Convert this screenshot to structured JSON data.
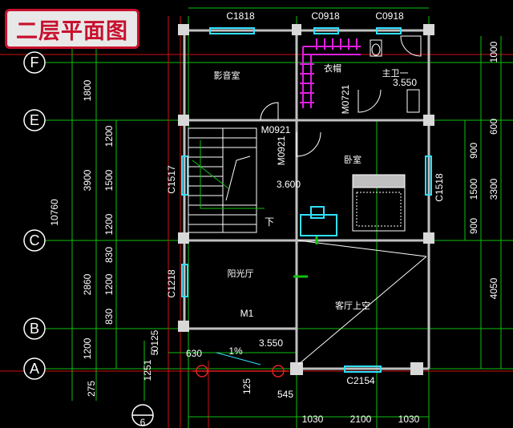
{
  "title": "二层平面图",
  "axes": {
    "F": "F",
    "E": "E",
    "C": "C",
    "B": "B",
    "A": "A",
    "six": "6"
  },
  "windows": {
    "c1818": "C1818",
    "c0918a": "C0918",
    "c0918b": "C0918",
    "c1517": "C1517",
    "c1518": "C1518",
    "c1218": "C1218",
    "c2154": "C2154"
  },
  "doors": {
    "m0921a": "M0921",
    "m0921b": "M0921",
    "m0721": "M0721",
    "m1": "M1"
  },
  "rooms": {
    "av_room": "影音室",
    "closet": "衣帽",
    "master_bath": "主卫一",
    "bedroom": "卧室",
    "sunroom": "阳光厅",
    "living_void": "客厅上空"
  },
  "elevations": {
    "bath": "3.550",
    "stair": "3.600",
    "terrace": "3.550"
  },
  "annotations": {
    "down": "下",
    "slope": "1%"
  },
  "dims_left_outer": {
    "total": "10760",
    "d275": "275"
  },
  "dims_left": {
    "d1800": "1800",
    "d3900": "3900",
    "d2860": "2860",
    "d1200": "1200"
  },
  "dims_left_inner": {
    "d1200a": "1200",
    "d1500": "1500",
    "d1200b": "1200",
    "d830a": "830",
    "d1200c": "1200",
    "d830b": "830"
  },
  "dims_right": {
    "d1000": "1000",
    "d600": "600",
    "d900a": "900",
    "d1500": "1500",
    "d900b": "900",
    "d3300": "3300",
    "d4050": "4050"
  },
  "dims_bottom": {
    "d1030a": "1030",
    "d2100": "2100",
    "d1030b": "1030",
    "d630": "630",
    "d125a": "1251",
    "d5": "5",
    "d125b": "0125",
    "d125c": "125",
    "d545": "545"
  }
}
